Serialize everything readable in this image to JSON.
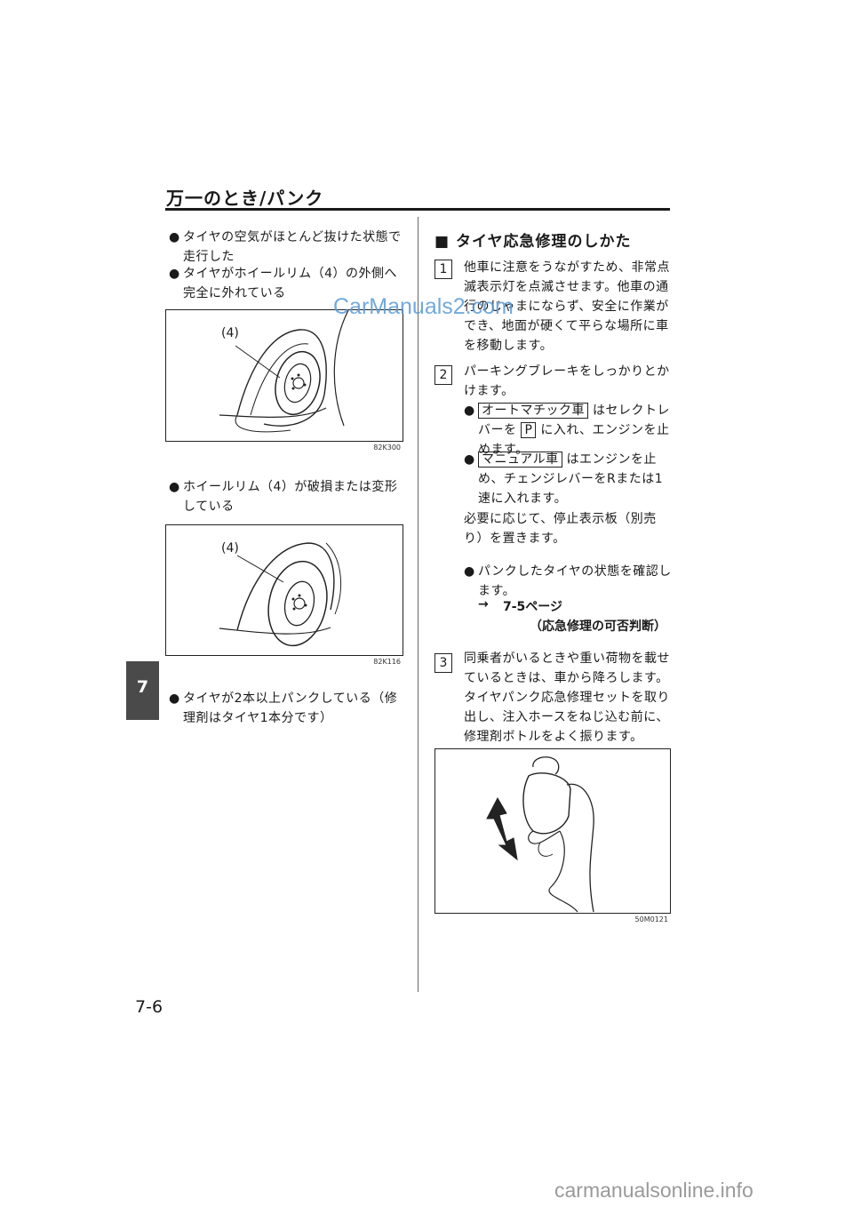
{
  "header": {
    "title": "万一のとき/パンク"
  },
  "chapter": {
    "number": "7"
  },
  "page_number": "7-6",
  "watermark": "CarManuals2.com",
  "footer_mark": "carmanualsonline.info",
  "left": {
    "bullets_a": [
      "タイヤの空気がほとんど抜けた状態で走行した",
      "タイヤがホイールリム（4）の外側へ完全に外れている"
    ],
    "fig1": {
      "label": "(4)",
      "code": "82K300"
    },
    "bullets_b": [
      "ホイールリム（4）が破損または変形している"
    ],
    "fig2": {
      "label": "(4)",
      "code": "82K116"
    },
    "bullets_c": [
      "タイヤが2本以上パンクしている（修理剤はタイヤ1本分です）"
    ]
  },
  "right": {
    "section_title": "■ タイヤ応急修理のしかた",
    "step1": {
      "num": "1",
      "text": "他車に注意をうながすため、非常点滅表示灯を点滅させます。他車の通行のじゃまにならず、安全に作業ができ、地面が硬くて平らな場所に車を移動します。"
    },
    "step2": {
      "num": "2",
      "text": "パーキングブレーキをしっかりとかけます。",
      "auto_label": "オートマチック車",
      "auto_text_a": "はセレクトレバーを",
      "p_label": "P",
      "auto_text_b": "に入れ、エンジンを止めます。",
      "manual_label": "マニュアル車",
      "manual_text": "はエンジンを止め、チェンジレバーをRまたは1速に入れます。",
      "note": "必要に応じて、停止表示板（別売り）を置きます。",
      "check": "パンクしたタイヤの状態を確認します。",
      "ref_arrow": "→",
      "ref_page": "7-5ページ",
      "ref_title": "（応急修理の可否判断）"
    },
    "step3": {
      "num": "3",
      "text": "同乗者がいるときや重い荷物を載せているときは、車から降ろします。タイヤパンク応急修理セットを取り出し、注入ホースをねじ込む前に、修理剤ボトルをよく振ります。"
    },
    "fig3": {
      "code": "50M0121"
    }
  }
}
